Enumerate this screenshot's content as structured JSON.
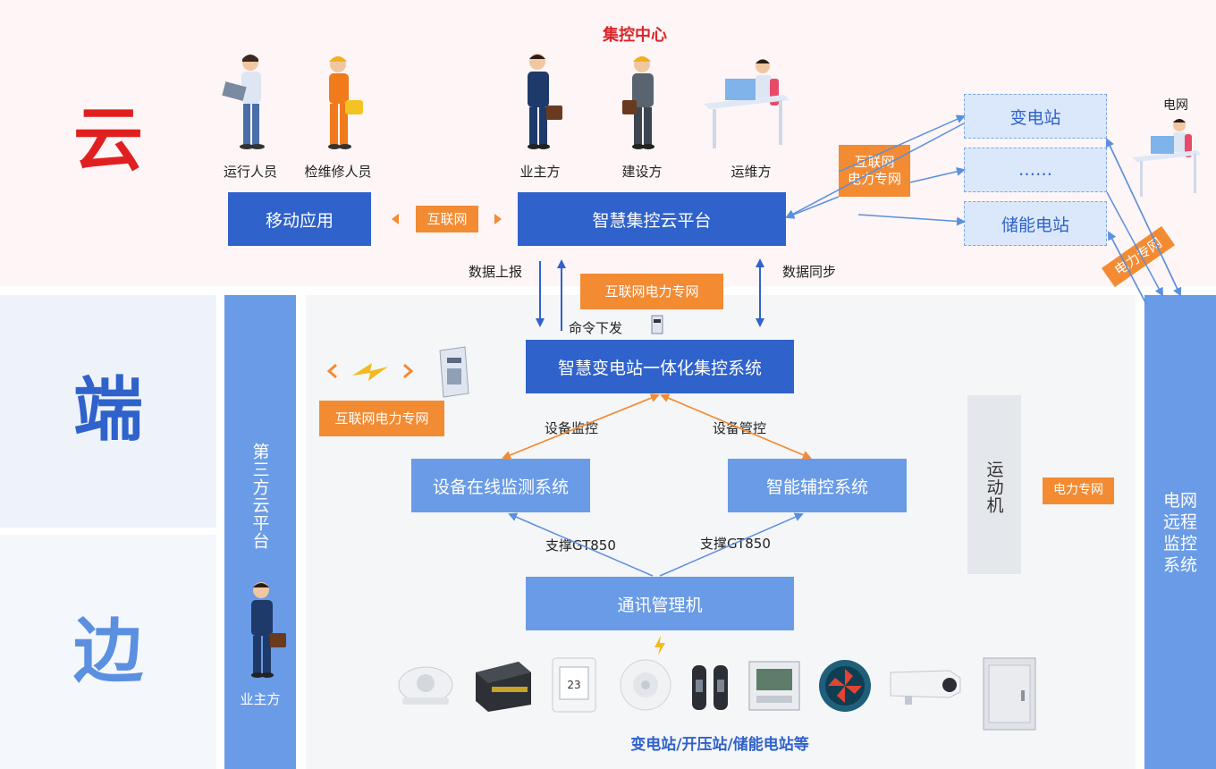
{
  "tiers": {
    "cloud": "云",
    "edge": "端",
    "side": "边"
  },
  "center_title": "集控中心",
  "cloud_people": [
    {
      "label": "运行人员",
      "icon": "person-laptop-icon"
    },
    {
      "label": "检维修人员",
      "icon": "worker-toolbox-icon"
    },
    {
      "label": "业主方",
      "icon": "businessman-briefcase-icon"
    },
    {
      "label": "建设方",
      "icon": "engineer-helmet-icon"
    },
    {
      "label": "运维方",
      "icon": "operator-desk-icon"
    }
  ],
  "grid_person_label": "电网",
  "mobile_app": "移动应用",
  "internet_tag": "互联网",
  "cloud_platform": "智慧集控云平台",
  "internet_power_tag_right": [
    "互联网",
    "电力专网"
  ],
  "stations": [
    "变电站",
    "……",
    "储能电站"
  ],
  "power_net_rotated": "电力专网",
  "data_upload": "数据上报",
  "command_issue": "命令下发",
  "data_sync": "数据同步",
  "internet_power_net_mid": "互联网电力专网",
  "third_party_cloud": "第三方云平台",
  "owner_bottom": "业主方",
  "integrated_system": "智慧变电站一体化集控系统",
  "internet_power_net_left": "互联网电力专网",
  "device_monitor": "设备监控",
  "device_control": "设备管控",
  "online_monitor": "设备在线监测系统",
  "aux_control": "智能辅控系统",
  "support_left": "支撑GT850",
  "support_right": "支撑GT850",
  "comm_manager": "通讯管理机",
  "telecontrol": "运动机",
  "power_net_small": "电力专网",
  "grid_remote": "电网远程监控系统",
  "devices": [
    "smoke-detector-icon",
    "terminal-module-icon",
    "temp-humidity-sensor-icon",
    "infrared-detector-icon",
    "beam-detector-icon",
    "power-meter-icon",
    "axial-fan-icon",
    "bullet-camera-icon",
    "cabinet-icon"
  ],
  "sites_caption": "变电站/开压站/储能电站等",
  "colors": {
    "dark_blue": "#2f62cb",
    "mid_blue": "#6a9be6",
    "orange": "#f38b33",
    "red": "#e02020",
    "title_red": "#d9262b"
  }
}
